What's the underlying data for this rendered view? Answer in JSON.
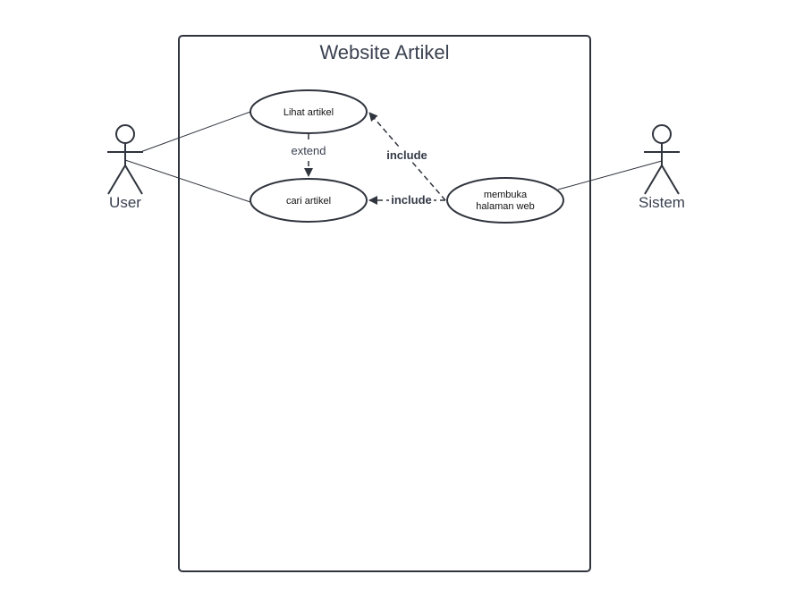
{
  "system": {
    "title": "Website Artikel"
  },
  "actors": [
    {
      "id": "user",
      "label": "User"
    },
    {
      "id": "sistem",
      "label": "Sistem"
    }
  ],
  "use_cases": [
    {
      "id": "lihat",
      "label": "Lihat artikel"
    },
    {
      "id": "cari",
      "label": "cari artikel"
    },
    {
      "id": "membuka",
      "lines": [
        "membuka",
        "halaman web"
      ]
    }
  ],
  "relations": {
    "extend_label": "extend",
    "include_label_1": "include",
    "include_label_2": "include"
  },
  "colors": {
    "stroke": "#2f343d",
    "text": "#3a4150"
  }
}
